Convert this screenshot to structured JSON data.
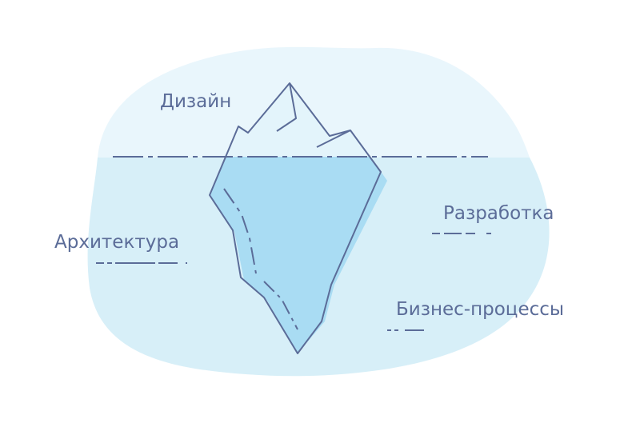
{
  "labels": {
    "design": "Дизайн",
    "development": "Разработка",
    "architecture": "Архитектура",
    "business_processes": "Бизнес-процессы"
  },
  "colors": {
    "text": "#5b6c98",
    "stroke": "#5b6c98",
    "sky": "#e9f6fc",
    "water": "#d7eff8",
    "ice_above": "#e3f4fb",
    "ice_below": "#a9dcf3"
  },
  "icons": {
    "iceberg": "iceberg-illustration"
  }
}
